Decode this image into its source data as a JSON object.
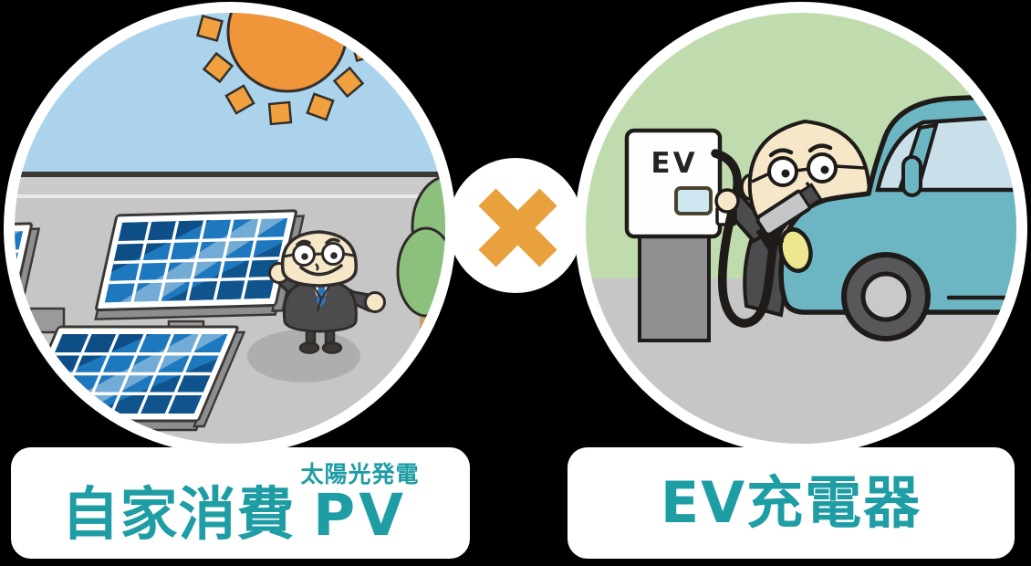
{
  "figure": {
    "left_card": {
      "main": "自家消費",
      "pv": "PV",
      "sub": "太陽光発電"
    },
    "right_card": {
      "label": "EV充電器"
    },
    "right_scene": {
      "charger_sign": "EV"
    },
    "operator": {
      "symbol": "×",
      "icon": "multiply-icon"
    },
    "icons": {
      "left_illustration": "solar-panels-sun-businessman",
      "right_illustration": "businessman-charging-ev-car"
    }
  },
  "colors": {
    "background": "#000000",
    "accent_teal": "#1E9DA4",
    "operator_orange": "#E8A13C",
    "sun_orange": "#F0953A",
    "sky_blue": "#ABD4EC",
    "scene_green": "#C0DCAE",
    "ground_gray": "#C7C7C8",
    "panel_blue": "#1E78BE",
    "panel_dark_blue": "#0E4E86",
    "car_teal": "#6CB6C3",
    "suit_gray": "#4C4B4D",
    "skin": "#F6E7C9",
    "card_background": "#FFFFFF"
  }
}
